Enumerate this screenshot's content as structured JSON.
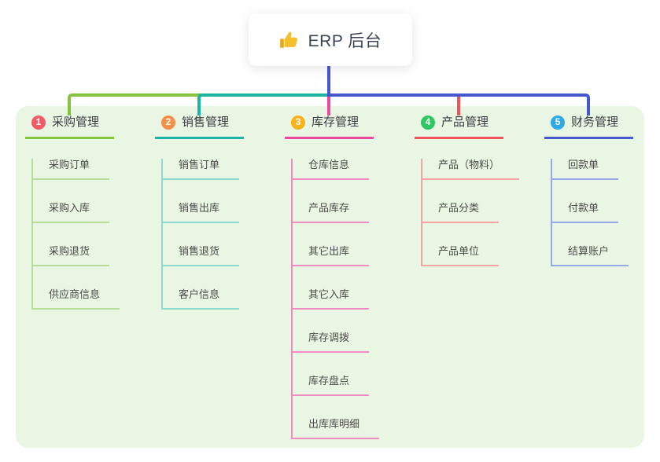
{
  "root": {
    "title": "ERP 后台",
    "icon": "thumbs-up-icon",
    "connector_color": "#4657cf"
  },
  "branches": [
    {
      "index": "1",
      "label": "采购管理",
      "badge_color": "#f05b68",
      "line_color": "#85c23e",
      "light_color": "#b9dc98",
      "children": [
        "采购订单",
        "采购入库",
        "采购退货",
        "供应商信息"
      ]
    },
    {
      "index": "2",
      "label": "销售管理",
      "badge_color": "#f88f48",
      "line_color": "#1ab5a6",
      "light_color": "#8ed9d0",
      "children": [
        "销售订单",
        "销售出库",
        "销售退货",
        "客户信息"
      ]
    },
    {
      "index": "3",
      "label": "库存管理",
      "badge_color": "#f8b21c",
      "line_color": "#e94a9d",
      "light_color": "#f18cc3",
      "children": [
        "仓库信息",
        "产品库存",
        "其它出库",
        "其它入库",
        "库存调拨",
        "库存盘点",
        "出库库明细"
      ]
    },
    {
      "index": "4",
      "label": "产品管理",
      "badge_color": "#2fc765",
      "line_color": "#f25459",
      "light_color": "#f7a2a4",
      "children": [
        "产品（物料）",
        "产品分类",
        "产品单位"
      ]
    },
    {
      "index": "5",
      "label": "财务管理",
      "badge_color": "#30a8e6",
      "line_color": "#4657cf",
      "light_color": "#97a6e6",
      "children": [
        "回款单",
        "付款单",
        "结算账户"
      ]
    }
  ],
  "colors": {
    "panel_bg": "#e9f6e3",
    "canvas_bg": "#ffffff",
    "root_text": "#3b4452",
    "thumb": "#f6c02d"
  }
}
